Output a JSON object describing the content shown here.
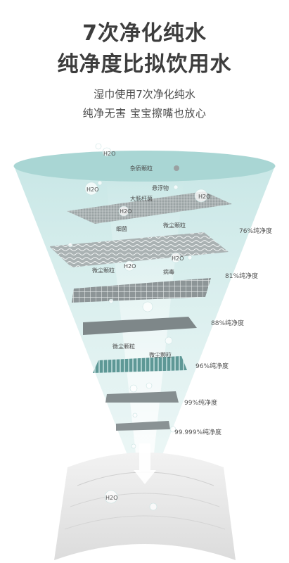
{
  "title_line1": "7次净化纯水",
  "title_line2": "纯净度比拟饮用水",
  "subtitle_line1": "湿巾使用7次净化纯水",
  "subtitle_line2": "纯净无害 宝宝擦嘴也放心",
  "labels": {
    "impurities": "杂质颗粒",
    "suspended": "悬浮物",
    "ecoli": "大肠杆菌",
    "bacteria": "细菌",
    "micro_dust_1": "微尘颗粒",
    "micro_dust_2": "微尘颗粒",
    "virus": "病毒",
    "micro_dust_3": "微尘颗粒",
    "micro_dust_4": "微尘颗粒",
    "h2o": "H2O"
  },
  "purity_levels": [
    "76%纯净度",
    "81%纯净度",
    "88%纯净度",
    "96%纯净度",
    "99%纯净度",
    "99.999%纯净度"
  ],
  "colors": {
    "funnel": "#cfe9e8",
    "funnel_top": "#a7d4d2",
    "layer": "#7d8688",
    "teal_layer": "#6fa8a6"
  }
}
